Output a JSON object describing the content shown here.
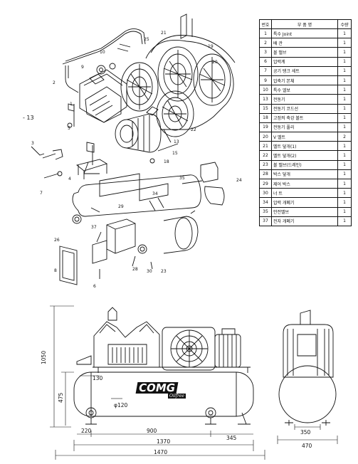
{
  "side_note": "- 13",
  "parts_table": {
    "headers": [
      "번호",
      "부 품 명",
      "수량"
    ],
    "rows": [
      {
        "no": "1",
        "name": "특수 Joint",
        "qty": "1"
      },
      {
        "no": "2",
        "name": "배    관",
        "qty": "1"
      },
      {
        "no": "3",
        "name": "볼 밸브",
        "qty": "1"
      },
      {
        "no": "6",
        "name": "압력계",
        "qty": "1"
      },
      {
        "no": "7",
        "name": "공기 탱크 세트",
        "qty": "1"
      },
      {
        "no": "9",
        "name": "압축기 본체",
        "qty": "1"
      },
      {
        "no": "10",
        "name": "특수 엘보",
        "qty": "1"
      },
      {
        "no": "13",
        "name": "전동기",
        "qty": "1"
      },
      {
        "no": "15",
        "name": "전동기 코드선",
        "qty": "1"
      },
      {
        "no": "18",
        "name": "고정켜 축강 볼트",
        "qty": "1"
      },
      {
        "no": "19",
        "name": "전동기 풀리",
        "qty": "1"
      },
      {
        "no": "20",
        "name": "V 벨트",
        "qty": "2"
      },
      {
        "no": "21",
        "name": "벨트 덮개(1)",
        "qty": "1"
      },
      {
        "no": "22",
        "name": "벨트 덮개(2)",
        "qty": "1"
      },
      {
        "no": "23",
        "name": "볼 밸브(드레인)",
        "qty": "1"
      },
      {
        "no": "28",
        "name": "박스 덮개",
        "qty": "1"
      },
      {
        "no": "29",
        "name": "제어 박스",
        "qty": "1"
      },
      {
        "no": "30",
        "name": "너    트",
        "qty": "1"
      },
      {
        "no": "34",
        "name": "압력 개폐기",
        "qty": "1"
      },
      {
        "no": "35",
        "name": "안전밸브",
        "qty": "1"
      },
      {
        "no": "37",
        "name": "전자 개폐기",
        "qty": "1"
      }
    ]
  },
  "callouts": [
    "1",
    "2",
    "3",
    "4",
    "5",
    "6",
    "7",
    "8",
    "9",
    "10",
    "13",
    "15",
    "18",
    "19",
    "20",
    "21",
    "22",
    "23",
    "24",
    "25",
    "26",
    "28",
    "29",
    "30",
    "34",
    "35",
    "37"
  ],
  "dimensions": {
    "overall_height": "1050",
    "tank_height": "475",
    "small_height": "130",
    "tank_dia": "φ120",
    "left_offset": "220",
    "wheel_base": "900",
    "right_offset": "345",
    "tank_length": "1370",
    "overall_length": "1470",
    "side_wheel": "350",
    "side_width": "470"
  },
  "brand": {
    "logo": "COMG",
    "sub": "Oilfree"
  }
}
